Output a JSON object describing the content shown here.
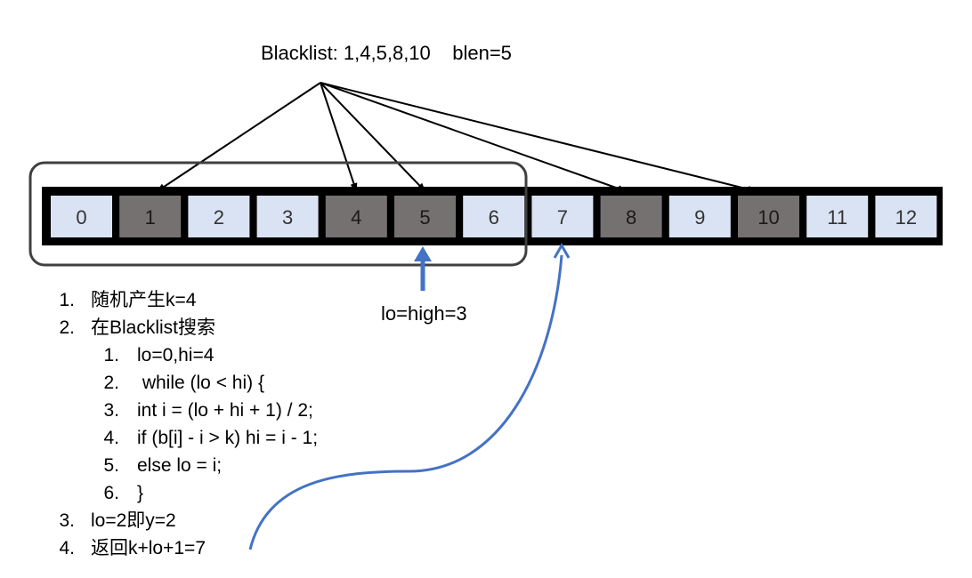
{
  "header": {
    "blacklist_text": "Blacklist: 1,4,5,8,10    blen=5"
  },
  "array": {
    "cells": [
      "0",
      "1",
      "2",
      "3",
      "4",
      "5",
      "6",
      "7",
      "8",
      "9",
      "10",
      "11",
      "12"
    ],
    "blacklisted": [
      1,
      4,
      5,
      8,
      10
    ],
    "highlight_range_end": 6
  },
  "pointer": {
    "label": "lo=high=3",
    "target_index": 5,
    "result_index": 7
  },
  "steps": [
    {
      "num": "1.",
      "text": "随机产生k=4"
    },
    {
      "num": "2.",
      "text": "在Blacklist搜索"
    },
    {
      "num": "3.",
      "text": "lo=2即y=2"
    },
    {
      "num": "4.",
      "text": "返回k+lo+1=7"
    }
  ],
  "code": [
    {
      "num": "1.",
      "text": "lo=0,hi=4"
    },
    {
      "num": "2.",
      "text": " while (lo < hi) {"
    },
    {
      "num": "3.",
      "text": "int i = (lo + hi + 1) / 2;"
    },
    {
      "num": "4.",
      "text": "if (b[i] - i > k) hi = i - 1;"
    },
    {
      "num": "5.",
      "text": "else lo = i;"
    },
    {
      "num": "6.",
      "text": "}"
    }
  ],
  "colors": {
    "normal_cell": "#dae3f3",
    "blacklisted_cell": "#767171",
    "array_background": "#000000",
    "blue_arrow": "#4472c4",
    "range_box": "#404040"
  }
}
